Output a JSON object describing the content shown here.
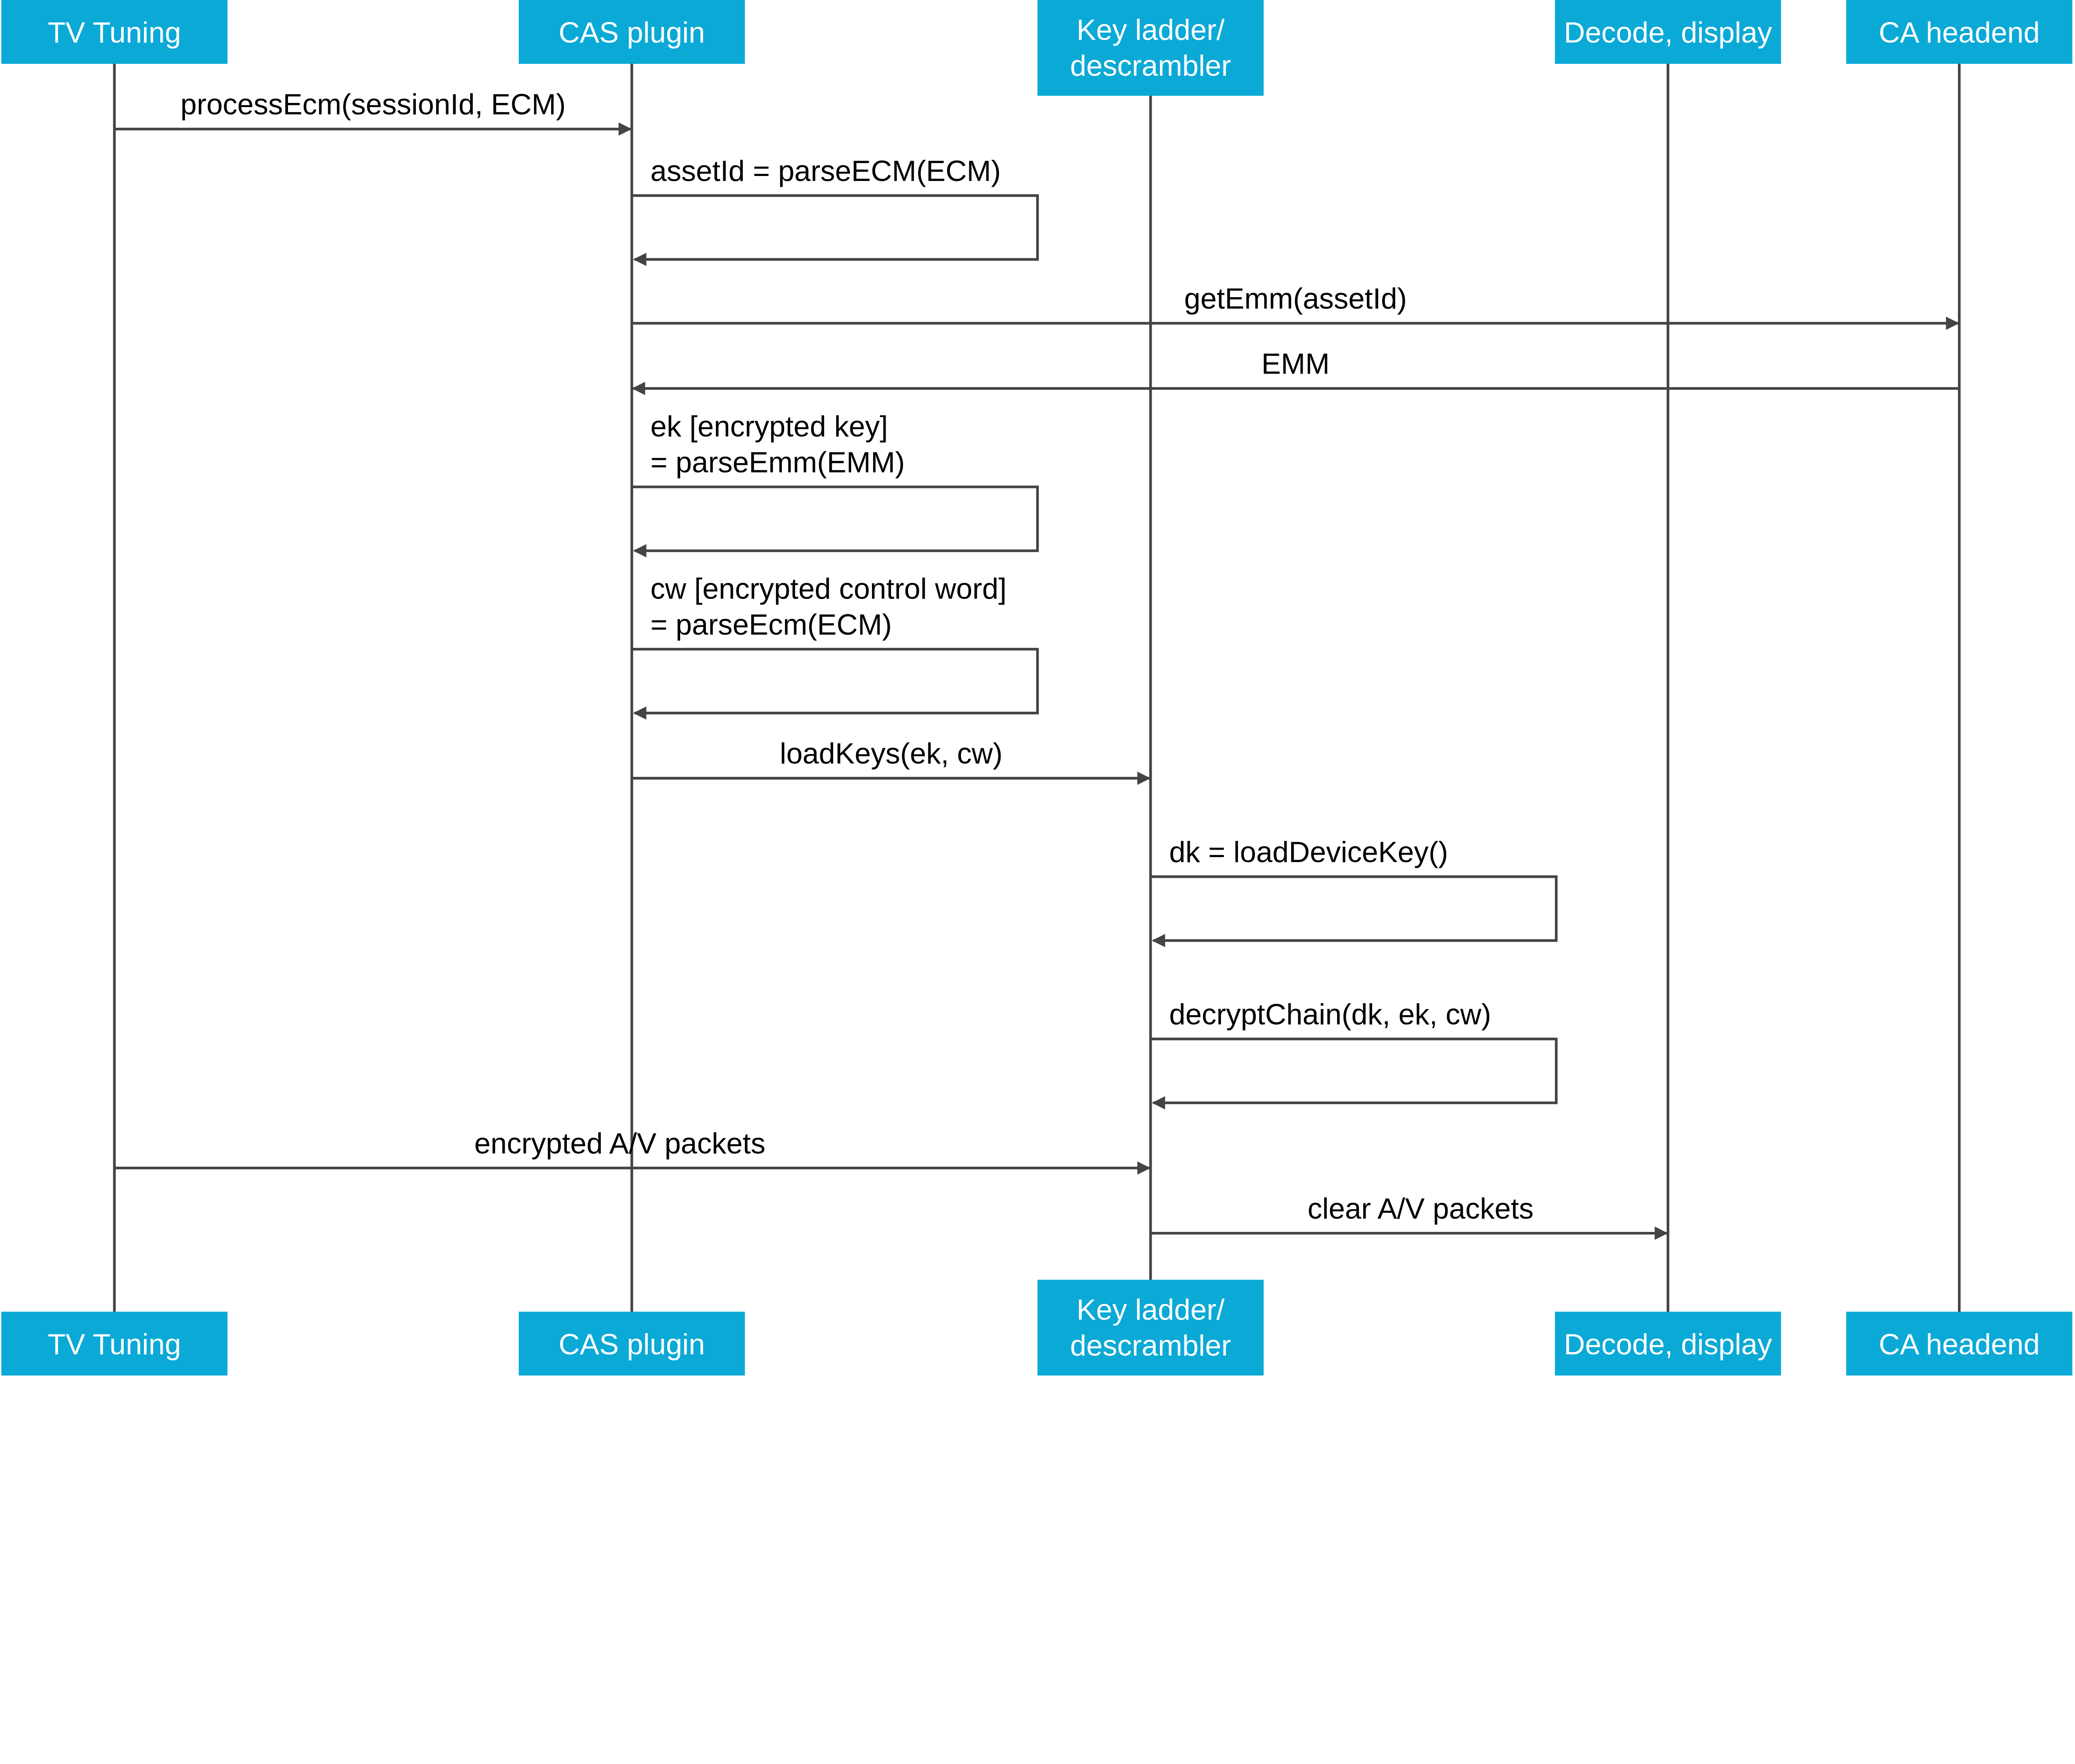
{
  "colors": {
    "header_bg": "#0BA9D6",
    "header_text": "#FFFFFF",
    "line": "#444444",
    "text": "#000000"
  },
  "participants": [
    {
      "id": "tv",
      "lines": [
        "TV Tuning"
      ]
    },
    {
      "id": "cas",
      "lines": [
        "CAS plugin"
      ]
    },
    {
      "id": "key",
      "lines": [
        "Key ladder/",
        "descrambler"
      ]
    },
    {
      "id": "dec",
      "lines": [
        "Decode, display"
      ]
    },
    {
      "id": "ca",
      "lines": [
        "CA headend"
      ]
    }
  ],
  "messages": [
    {
      "from": "tv",
      "to": "cas",
      "lines": [
        "processEcm(sessionId, ECM)"
      ]
    },
    {
      "from": "cas",
      "to": "cas",
      "lines": [
        "assetId = parseECM(ECM)"
      ]
    },
    {
      "from": "cas",
      "to": "ca",
      "lines": [
        "getEmm(assetId)"
      ]
    },
    {
      "from": "ca",
      "to": "cas",
      "lines": [
        "EMM"
      ]
    },
    {
      "from": "cas",
      "to": "cas",
      "lines": [
        "ek [encrypted key]",
        "= parseEmm(EMM)"
      ]
    },
    {
      "from": "cas",
      "to": "cas",
      "lines": [
        "cw [encrypted control word]",
        "= parseEcm(ECM)"
      ]
    },
    {
      "from": "cas",
      "to": "key",
      "lines": [
        "loadKeys(ek, cw)"
      ]
    },
    {
      "from": "key",
      "to": "key",
      "lines": [
        "dk = loadDeviceKey()"
      ]
    },
    {
      "from": "key",
      "to": "key",
      "lines": [
        "decryptChain(dk, ek, cw)"
      ]
    },
    {
      "from": "tv",
      "to": "key",
      "lines": [
        "encrypted A/V packets"
      ]
    },
    {
      "from": "key",
      "to": "dec",
      "lines": [
        "clear A/V packets"
      ]
    }
  ]
}
